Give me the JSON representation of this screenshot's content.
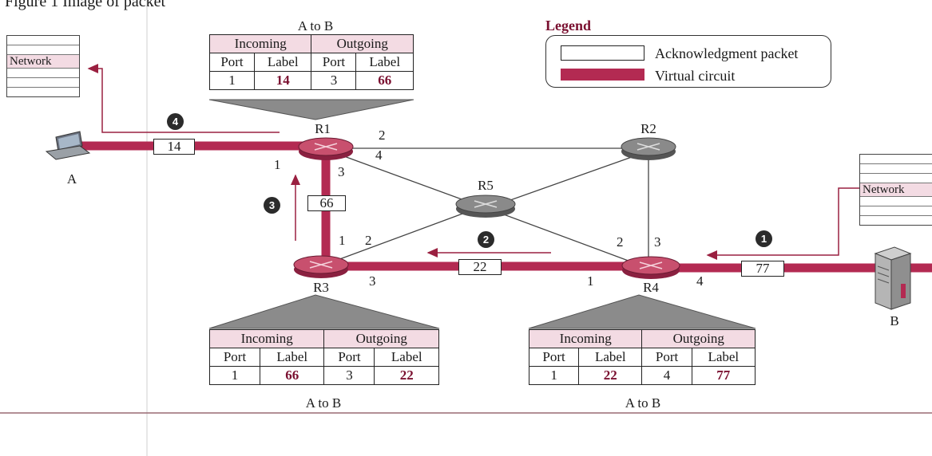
{
  "caption_fragment": "Figure 1 Image of packet",
  "legend": {
    "title": "Legend",
    "ack_label": "Acknowledgment packet",
    "vc_label": "Virtual circuit"
  },
  "routers": {
    "r1": "R1",
    "r2": "R2",
    "r3": "R3",
    "r4": "R4",
    "r5": "R5"
  },
  "hosts": {
    "a": "A",
    "b": "B"
  },
  "network_label": "Network",
  "ports": {
    "r1_a": "1",
    "r1_r2": "2",
    "r1_r5": "4",
    "r1_r3": "3",
    "r3_r1": "1",
    "r3_r5": "2",
    "r3_r4": "3",
    "r4_r3": "1",
    "r4_r5": "2",
    "r4_r2": "3",
    "r4_b": "4"
  },
  "packets": {
    "p1": "77",
    "p2": "22",
    "p3": "66",
    "p4": "14"
  },
  "steps": {
    "s1": "1",
    "s2": "2",
    "s3": "3",
    "s4": "4"
  },
  "table_headers": {
    "incoming": "Incoming",
    "outgoing": "Outgoing",
    "port": "Port",
    "label": "Label"
  },
  "tables": {
    "r1": {
      "caption": "A to B",
      "in_port": "1",
      "in_label": "14",
      "out_port": "3",
      "out_label": "66"
    },
    "r3": {
      "caption": "A to B",
      "in_port": "1",
      "in_label": "66",
      "out_port": "3",
      "out_label": "22"
    },
    "r4": {
      "caption": "A to B",
      "in_port": "1",
      "in_label": "22",
      "out_port": "4",
      "out_label": "77"
    }
  },
  "colors": {
    "circuit": "#b32a52",
    "router_red": "#c8506e",
    "router_gray": "#8a8a8a",
    "label_red": "#7a1030",
    "header_pink": "#f3dbe3"
  }
}
